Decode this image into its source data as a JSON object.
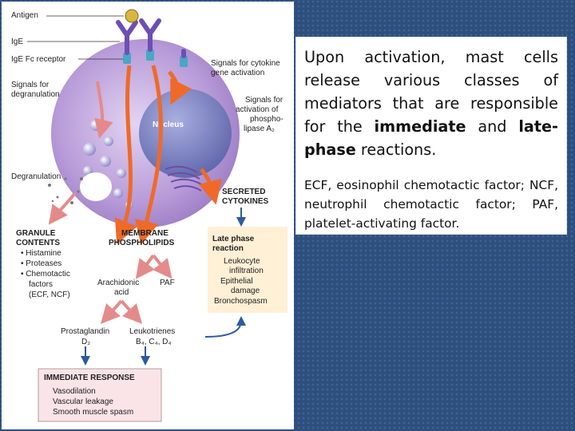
{
  "figure": {
    "antigen": "Antigen",
    "ige": "IgE",
    "ige_fc_receptor": "IgE Fc receptor",
    "signals_degranulation": [
      "Signals for",
      "degranulation"
    ],
    "signals_cytokine": [
      "Signals for cytokine",
      "gene activation"
    ],
    "signals_phospholipase": [
      "Signals for",
      "activation of",
      "phospho-",
      "lipase A₂"
    ],
    "nucleus": "Nucleus",
    "degranulation": "Degranulation",
    "secreted_cytokines": [
      "SECRETED",
      "CYTOKINES"
    ],
    "granule_contents_title": [
      "GRANULE",
      "CONTENTS"
    ],
    "granule_items": [
      "• Histamine",
      "• Proteases",
      "• Chemotactic",
      "   factors",
      "   (ECF, NCF)"
    ],
    "membrane_phospholipids": [
      "MEMBRANE",
      "PHOSPHOLIPIDS"
    ],
    "arachidonic_acid": [
      "Arachidonic",
      "acid"
    ],
    "paf": "PAF",
    "late_phase_title": [
      "Late phase",
      "reaction"
    ],
    "late_phase_items": [
      "Leukocyte",
      "infiltration",
      "Epithelial",
      "damage",
      "Bronchospasm"
    ],
    "prostaglandin": [
      "Prostaglandin",
      "D₂"
    ],
    "leukotrienes": [
      "Leukotrienes",
      "B₄, C₄, D₄"
    ],
    "immediate_response_title": "IMMEDIATE RESPONSE",
    "immediate_response_items": [
      "Vasodilation",
      "Vascular leakage",
      "Smooth muscle spasm"
    ]
  },
  "text": {
    "para1_a": "Upon activation, mast cells release various classes of mediators that are responsible for the ",
    "para1_b": "immediate",
    "para1_c": " and ",
    "para1_d": "late-phase",
    "para1_e": " reactions.",
    "para2": "ECF, eosinophil chemotactic factor; NCF, neutrophil chemotactic factor; PAF, platelet-activating factor."
  },
  "colors": {
    "background": "#2d4f7e",
    "cell": "#b79ad8",
    "nucleus": "#7f86c6",
    "antibody": "#6c4fb5",
    "receptor": "#49a6c4",
    "arrow_orange": "#ef6a28",
    "arrow_pink": "#e58a8a",
    "late_phase_box": "#fff0d6",
    "immediate_box": "#fbe4e7"
  }
}
